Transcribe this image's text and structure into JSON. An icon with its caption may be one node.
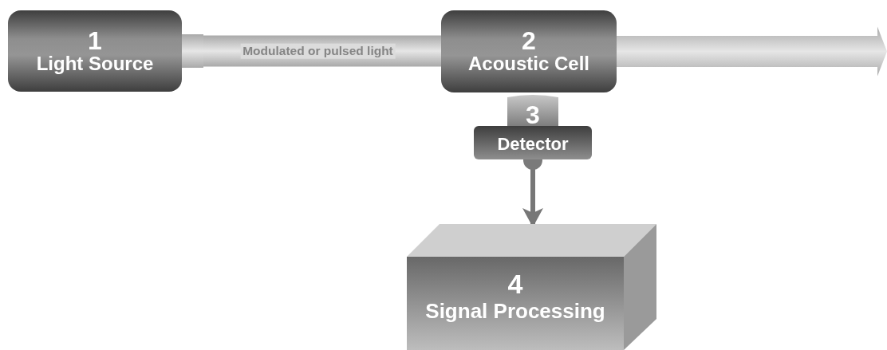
{
  "diagram": {
    "nodes": [
      {
        "text": [
          "1",
          "Light Source"
        ]
      },
      {
        "text": [
          "2",
          "Acoustic Cell"
        ]
      },
      {
        "text": [
          "3",
          "Detector"
        ]
      },
      {
        "text": [
          "4",
          "Signal Processing"
        ]
      }
    ],
    "edges": [
      {
        "from": 0,
        "to": 1,
        "arrow": "none",
        "style": "thick",
        "label": "Modulated or pulsed light"
      },
      {
        "from": 1,
        "to": null,
        "arrow": "to",
        "style": "thick"
      },
      {
        "from": 2,
        "to": 3,
        "arrow": "to"
      }
    ]
  }
}
